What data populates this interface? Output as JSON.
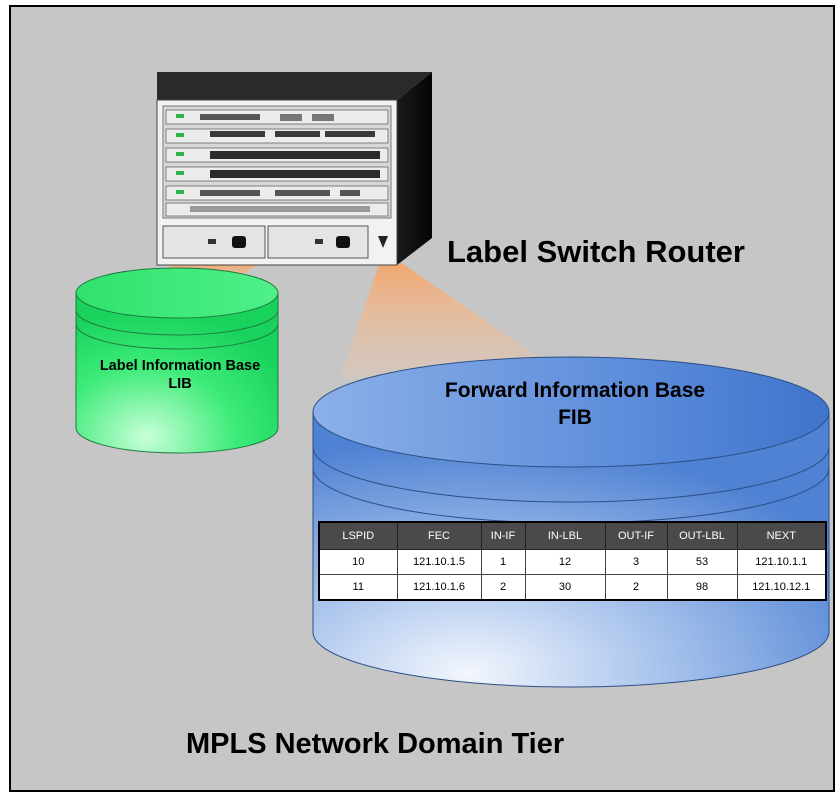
{
  "router_label": "Label Switch Router",
  "tier_label": "MPLS Network Domain Tier",
  "lib": {
    "line1": "Label Information Base",
    "line2": "LIB"
  },
  "fib": {
    "line1": "Forward Information Base",
    "line2": "FIB",
    "columns": [
      "LSPID",
      "FEC",
      "IN-IF",
      "IN-LBL",
      "OUT-IF",
      "OUT-LBL",
      "NEXT"
    ],
    "rows": [
      [
        "10",
        "121.10.1.5",
        "1",
        "12",
        "3",
        "53",
        "121.10.1.1"
      ],
      [
        "11",
        "121.10.1.6",
        "2",
        "30",
        "2",
        "98",
        "121.10.12.1"
      ]
    ]
  },
  "colors": {
    "background": "#c6c6c6",
    "lib_green": "#33e870",
    "fib_blue": "#5b8ad6",
    "beam": "#f5a56a",
    "table_header": "#4a4a4a"
  }
}
